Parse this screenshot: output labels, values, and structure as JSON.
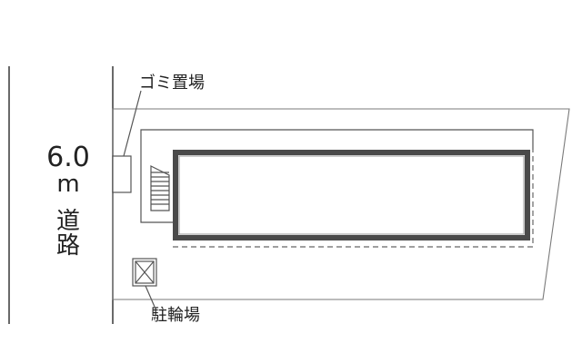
{
  "road": {
    "width": "6.0",
    "unit": "m",
    "char_1": "道",
    "char_2": "路"
  },
  "labels": {
    "garbage_area": "ゴミ置場",
    "bicycle_parking": "駐輪場"
  },
  "colors": {
    "line": "#555555",
    "building_wall": "#4a4a4a",
    "background": "#ffffff"
  }
}
